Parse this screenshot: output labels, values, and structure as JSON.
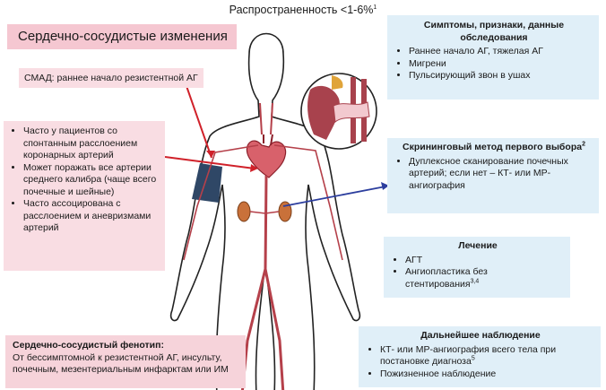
{
  "header": {
    "prevalence": "Распространенность <1-6%",
    "prevalence_ref": "1"
  },
  "left": {
    "cv_changes_title": "Сердечно-сосудистые изменения",
    "smad_note": "СМАД: раннее начало резистентной АГ",
    "features": [
      "Часто у пациентов со спонтанным расслоением коронарных артерий",
      "Может поражать все артерии среднего калибра (чаще всего почечные и шейные)",
      "Часто ассоцирована с расслоением и аневризмами артерий"
    ],
    "phenotype_title": "Сердечно-сосудистый фенотип:",
    "phenotype_text": "От бессимптомной к резистентной АГ, инсульту, почечным, мезентериальным инфарктам или ИМ"
  },
  "right": {
    "symptoms_title": "Симптомы, признаки, данные обследования",
    "symptoms": [
      "Раннее начало АГ, тяжелая АГ",
      "Мигрени",
      "Пульсирующий звон в ушах"
    ],
    "screening_title": "Скрининговый метод первого выбора",
    "screening_ref": "2",
    "screening_items": [
      "Дуплексное сканирование почечных артерий; если нет – КТ- или МР-ангиография"
    ],
    "treatment_title": "Лечение",
    "treatment_items": [
      "АГТ",
      "Ангиопластика без стентирования"
    ],
    "treatment_ref": "3,4",
    "followup_title": "Дальнейшее наблюдение",
    "followup_item1": "КТ- или МР-ангиография всего тела при постановке диагноза",
    "followup_item1_ref": "5",
    "followup_item2": "Пожизненное наблюдение"
  },
  "colors": {
    "pink_box": "#f9dde3",
    "blue_box": "#e0eff8",
    "artery_red": "#b5404a",
    "arrow_red": "#d0212a",
    "arrow_blue": "#2c3e9e",
    "cuff_blue": "#2f4766",
    "kidney_orange": "#c9713a"
  }
}
